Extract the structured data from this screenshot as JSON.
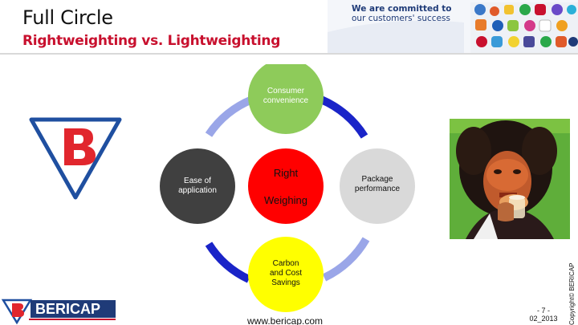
{
  "header": {
    "title": "Full Circle",
    "subtitle": "Rightweighting vs. Lightweighting",
    "banner_line1": "We are committed to",
    "banner_line2": "our customers' success"
  },
  "diagram": {
    "top_node": "Consumer convenience",
    "top_node_lines": [
      "Consumer",
      "convenience"
    ],
    "left_node_lines": [
      "Ease of",
      "application"
    ],
    "right_node_lines": [
      "Package",
      "performance"
    ],
    "bottom_node_lines": [
      "Carbon",
      "and Cost",
      "Savings"
    ],
    "center_top": "Right",
    "center_bottom": "Weighing",
    "colors": {
      "top": "#8ecb5a",
      "left": "#404040",
      "right": "#d9d9d9",
      "bottom": "#ffff00",
      "center": "#ff0000",
      "arc_light": "#9aa6e8",
      "arc_dark": "#1a24c8"
    }
  },
  "footer": {
    "brand": "BERICAP",
    "url": "www.bericap.com",
    "page": "- 7 -",
    "date": "02_2013",
    "copyright": "Copyright© BERICAP"
  }
}
